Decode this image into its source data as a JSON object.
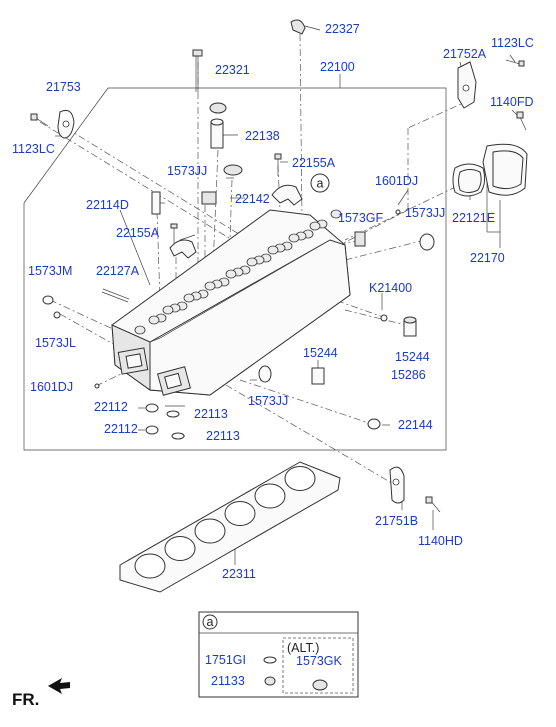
{
  "labels": {
    "p22327": "22327",
    "p21752A": "21752A",
    "p1123LC_tr": "1123LC",
    "p22321": "22321",
    "p22100": "22100",
    "p21753": "21753",
    "p1140FD": "1140FD",
    "p1123LC_l": "1123LC",
    "p22138": "22138",
    "p1573JJ_a": "1573JJ",
    "p22155A_a": "22155A",
    "p1601DJ_a": "1601DJ",
    "p22142": "22142",
    "p22114D": "22114D",
    "p1573GF": "1573GF",
    "p1573JJ_b": "1573JJ",
    "p22121E": "22121E",
    "p22155A_b": "22155A",
    "p22170": "22170",
    "p1573JM": "1573JM",
    "p22127A": "22127A",
    "pK21400": "K21400",
    "p1573JL": "1573JL",
    "p15244_a": "15244",
    "p15244_b": "15244",
    "p15286": "15286",
    "p1601DJ_b": "1601DJ",
    "p1573JJ_c": "1573JJ",
    "p22112_a": "22112",
    "p22113_a": "22113",
    "p22144": "22144",
    "p22112_b": "22112",
    "p22113_b": "22113",
    "p21751B": "21751B",
    "p1140HD": "1140HD",
    "p22311": "22311"
  },
  "callout": "a",
  "inset": {
    "ref": "a",
    "alt_label": "(ALT.)",
    "p1751GI": "1751GI",
    "p1573GK": "1573GK",
    "p21133": "21133"
  },
  "fr_label": "FR.",
  "colors": {
    "label": "#1c3bbf",
    "line": "#333333"
  }
}
